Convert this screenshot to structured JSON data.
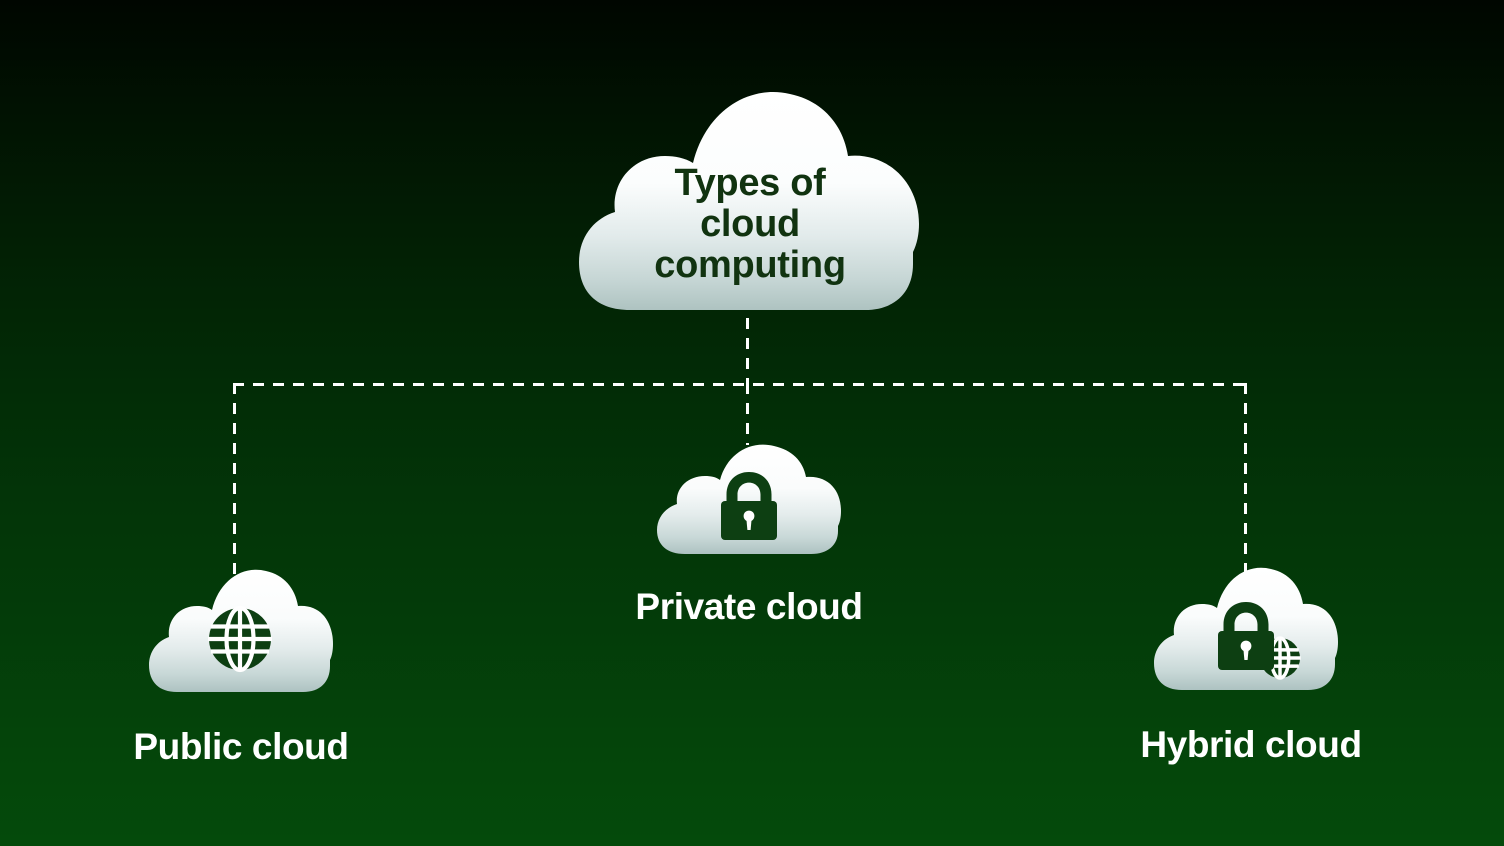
{
  "diagram": {
    "type": "tree",
    "orientation": "top-down",
    "background": {
      "top_color": "#000600",
      "bottom_color": "#044a0b",
      "style": "vertical-gradient-dark-green"
    },
    "connector": {
      "style": "dashed",
      "color": "#ffffff"
    }
  },
  "root": {
    "id": "types-of-cloud-computing",
    "label": "Types of\ncloud\ncomputing",
    "label_color": "#113310",
    "shape": "cloud",
    "fill_top": "#ffffff",
    "fill_bottom": "#b6cac8",
    "icons": []
  },
  "nodes": [
    {
      "id": "public-cloud",
      "label": "Public cloud",
      "label_color": "#ffffff",
      "shape": "cloud",
      "icons": [
        "globe-icon"
      ],
      "icon_color": "#0d3f12"
    },
    {
      "id": "private-cloud",
      "label": "Private cloud",
      "label_color": "#ffffff",
      "shape": "cloud",
      "icons": [
        "lock-icon"
      ],
      "icon_color": "#0d3f12"
    },
    {
      "id": "hybrid-cloud",
      "label": "Hybrid cloud",
      "label_color": "#ffffff",
      "shape": "cloud",
      "icons": [
        "lock-icon",
        "globe-icon"
      ],
      "icon_color": "#0d3f12"
    }
  ]
}
